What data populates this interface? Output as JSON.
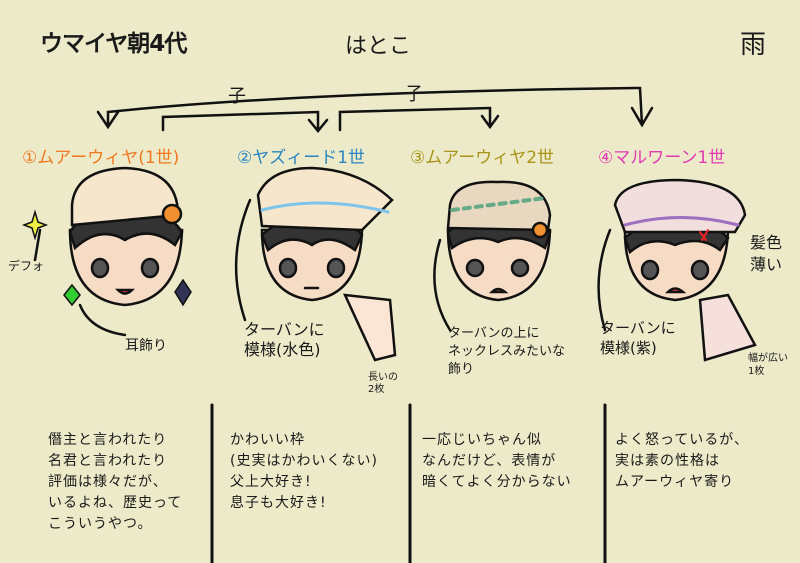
{
  "title": "ウマイヤ朝4代",
  "relation_top": "はとこ",
  "relation_child_1": "子",
  "relation_child_2": "子",
  "signature": "雨",
  "colors": {
    "c1": "#f0781e",
    "c2": "#2a86c0",
    "c3": "#a89418",
    "c4": "#e23ab4"
  },
  "rulers": [
    {
      "name": "①ムアーウィヤ(1世)",
      "notes": [
        "デフォ",
        "耳飾り"
      ],
      "description": "僭主と言われたり\n名君と言われたり\n評価は様々だが、\nいるよね、歴史って\nこういうやつ。"
    },
    {
      "name": "②ヤズィード1世",
      "notes": [
        "ターバンに\n模様(水色)",
        "長いの\n2枚"
      ],
      "description": "かわいい枠\n(史実はかわいくない)\n父上大好き!\n息子も大好き!"
    },
    {
      "name": "③ムアーウィヤ2世",
      "notes": [
        "ターバンの上に\nネックレスみたいな\n飾り"
      ],
      "description": "一応じいちゃん似\nなんだけど、表情が\n暗くてよく分からない"
    },
    {
      "name": "④マルワーン1世",
      "notes": [
        "髪色\n薄い",
        "ターバンに\n模様(紫)",
        "幅が広い\n1枚"
      ],
      "description": "よく怒っているが、\n実は素の性格は\nムアーウィヤ寄り"
    }
  ]
}
